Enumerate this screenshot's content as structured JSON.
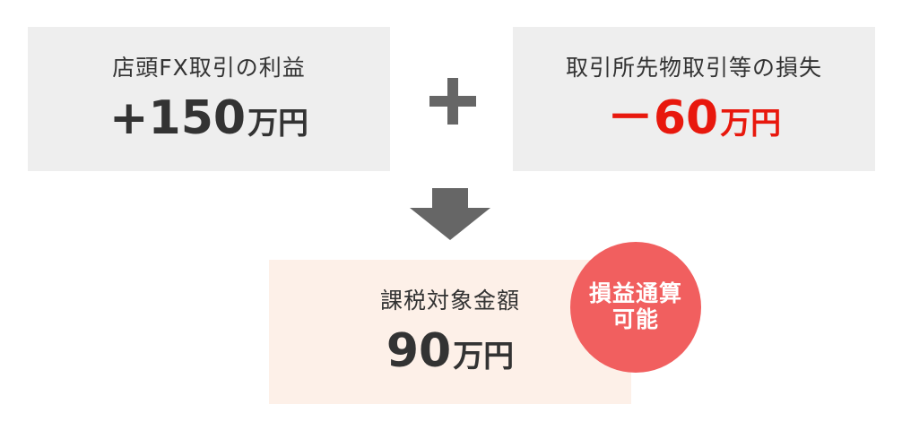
{
  "left_box": {
    "label": "店頭FX取引の利益",
    "value": "+150",
    "unit": "万円"
  },
  "right_box": {
    "label": "取引所先物取引等の損失",
    "value": "－60",
    "unit": "万円",
    "value_color": "#e8180d"
  },
  "result_box": {
    "label": "課税対象金額",
    "value": "90",
    "unit": "万円"
  },
  "badge": {
    "line1": "損益通算",
    "line2": "可能",
    "color": "#f15f5f"
  },
  "icons": {
    "operator": "plus-icon",
    "flow": "arrow-down-icon"
  },
  "colors": {
    "box_gray": "#eeeeee",
    "box_result": "#fdf0e8",
    "arrow": "#666666",
    "text": "#333333"
  }
}
